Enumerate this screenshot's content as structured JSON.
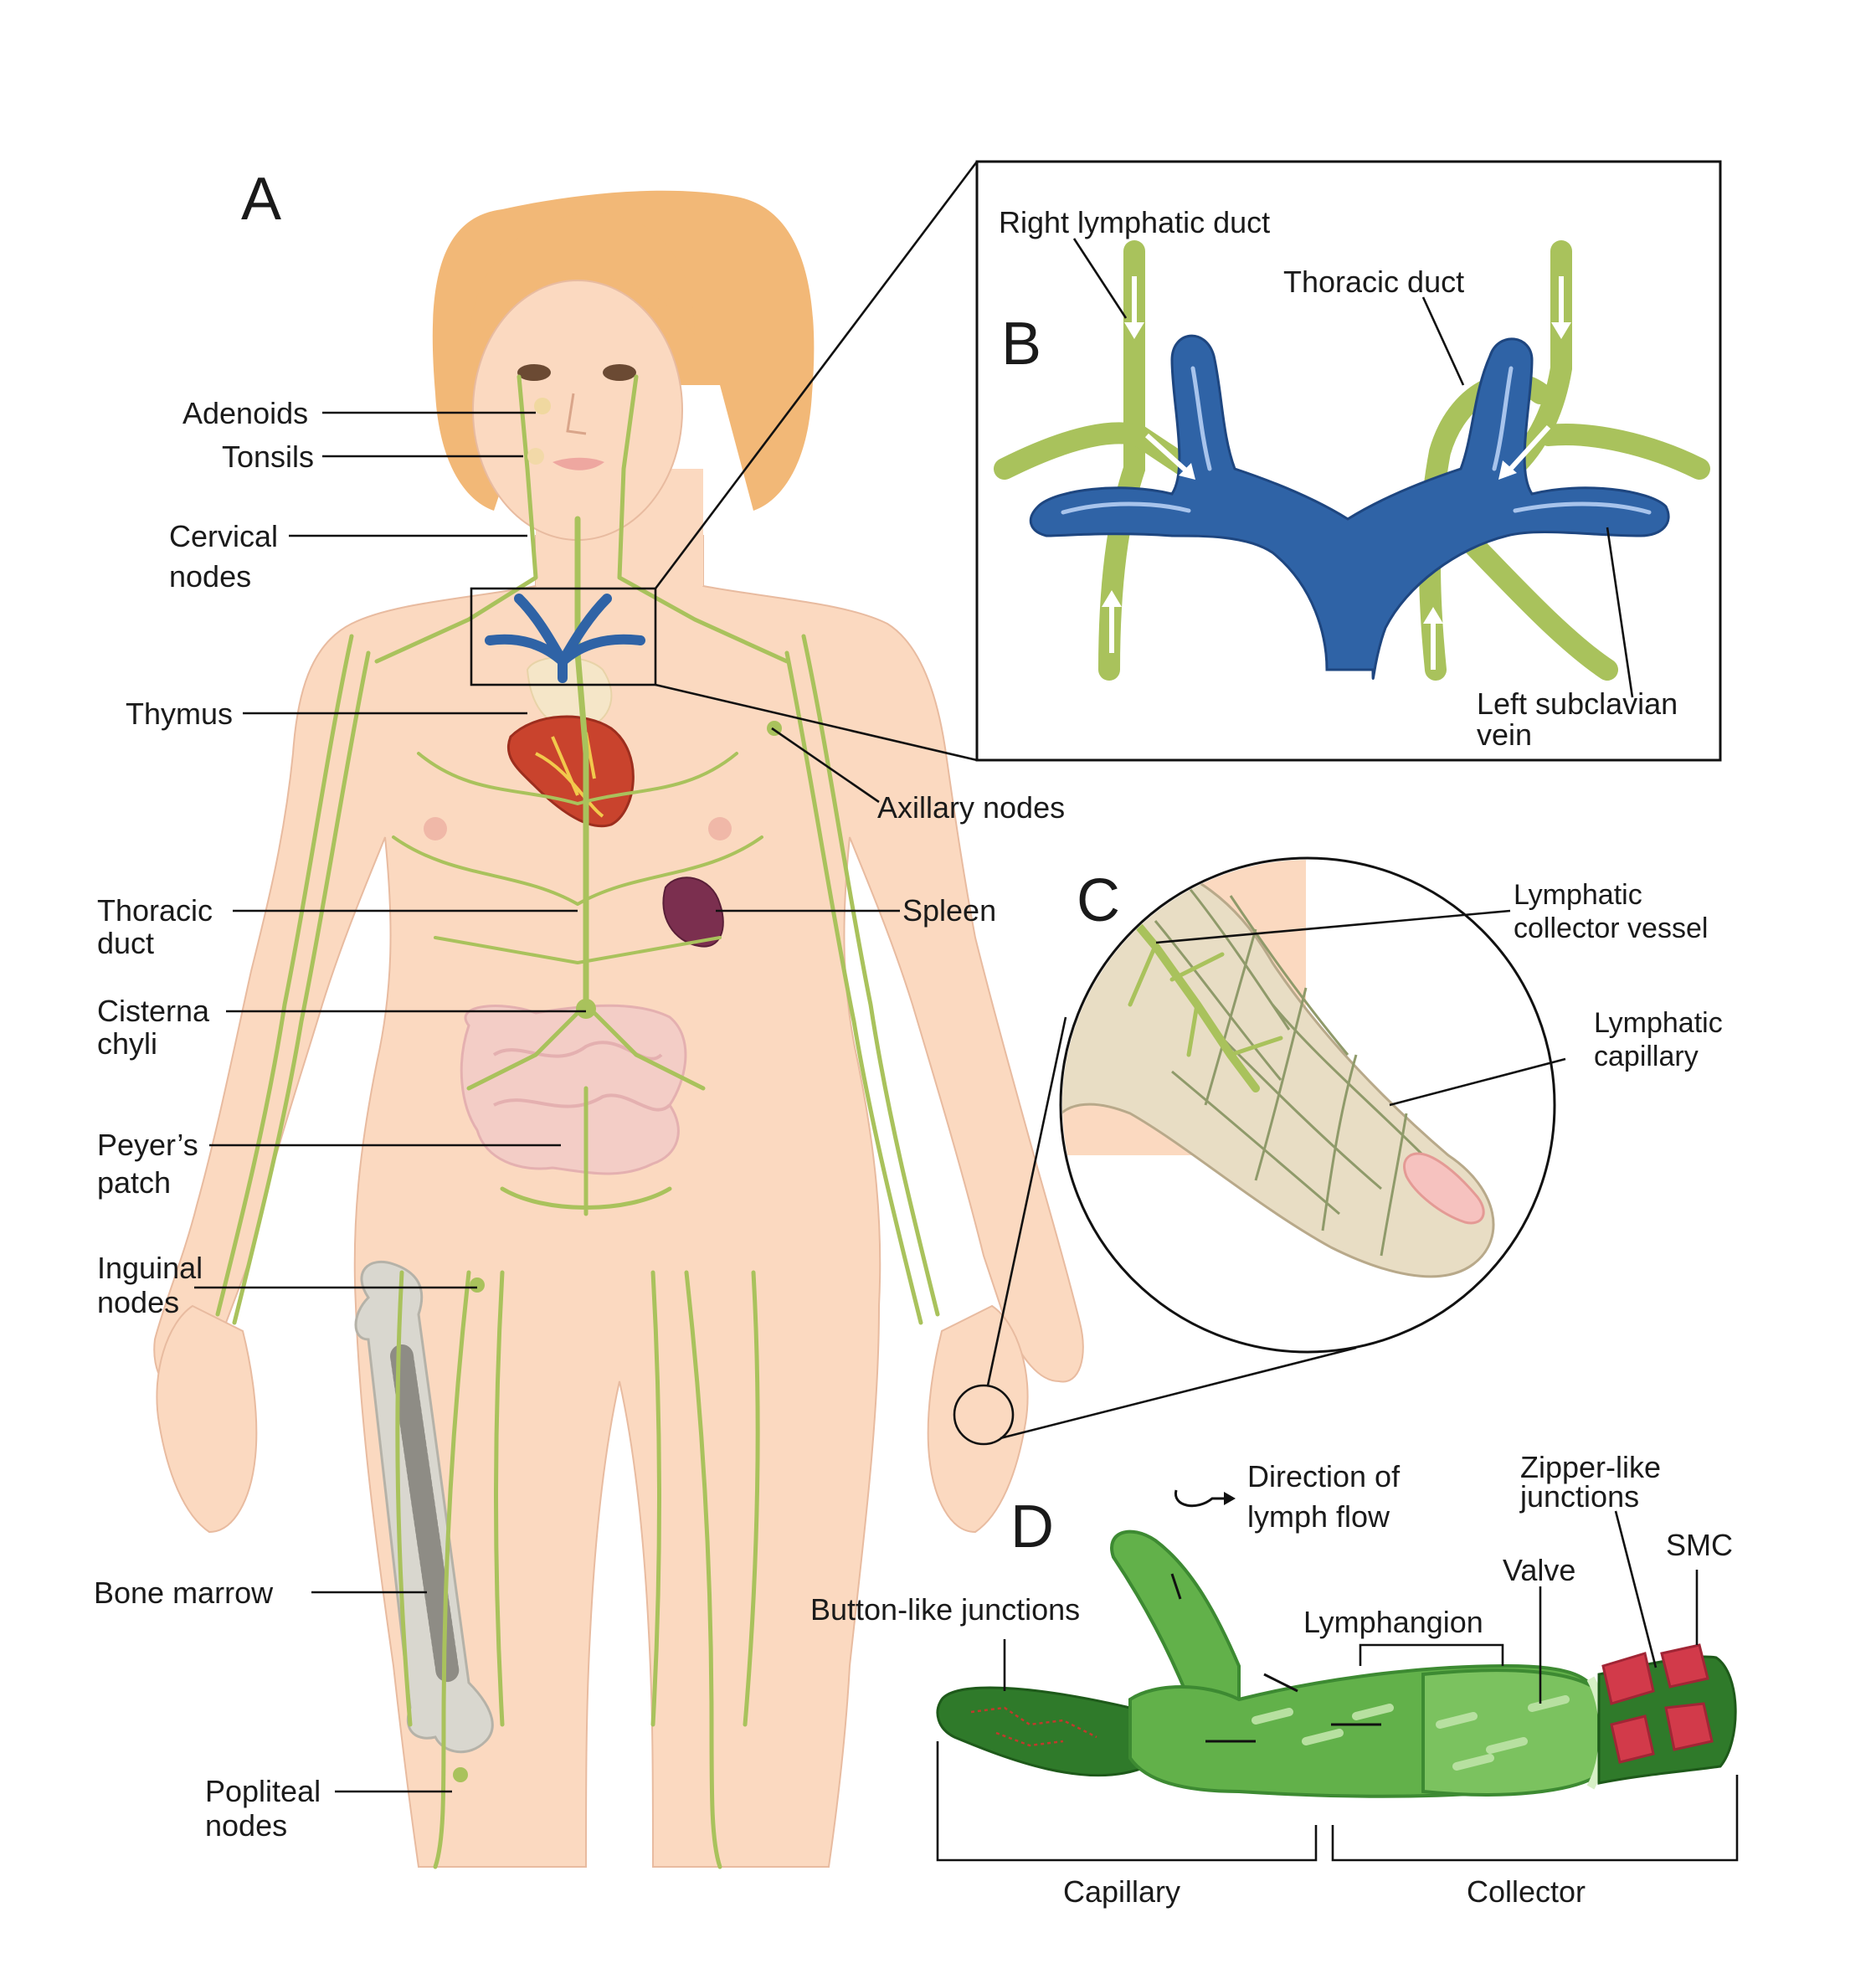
{
  "panels": {
    "a": {
      "letter": "A",
      "labels": {
        "adenoids": "Adenoids",
        "tonsils": "Tonsils",
        "cervical_nodes": [
          "Cervical",
          "nodes"
        ],
        "thymus": "Thymus",
        "axillary_nodes": "Axillary nodes",
        "thoracic_duct": [
          "Thoracic",
          "duct"
        ],
        "spleen": "Spleen",
        "cisterna_chyli": [
          "Cisterna",
          "chyli"
        ],
        "peyers_patch": [
          "Peyer’s",
          "patch"
        ],
        "inguinal_nodes": [
          "Inguinal",
          "nodes"
        ],
        "bone_marrow": "Bone marrow",
        "popliteal_nodes": [
          "Popliteal",
          "nodes"
        ]
      }
    },
    "b": {
      "letter": "B",
      "labels": {
        "right_lymphatic_duct": "Right lymphatic duct",
        "thoracic_duct": "Thoracic duct",
        "left_subclavian_vein": [
          "Left subclavian",
          "vein"
        ]
      }
    },
    "c": {
      "letter": "C",
      "labels": {
        "lymphatic_collector_vessel": [
          "Lymphatic",
          "collector vessel"
        ],
        "lymphatic_capillary": [
          "Lymphatic",
          "capillary"
        ]
      }
    },
    "d": {
      "letter": "D",
      "labels": {
        "direction_of_lymph_flow": [
          "Direction of",
          "lymph flow"
        ],
        "zipper_like_junctions": [
          "Zipper-like",
          "junctions"
        ],
        "smc": "SMC",
        "valve": "Valve",
        "button_like_junctions": "Button-like junctions",
        "lymphangion": "Lymphangion",
        "capillary": "Capillary",
        "collector": "Collector"
      }
    }
  },
  "colors": {
    "lymph_vessel": "#a9c25c",
    "skin": "#fbd9c0",
    "hair": "#f2b877",
    "vein": "#2f63a6",
    "heart": "#c9432d",
    "spleen": "#7b2f4f",
    "intestine": "#f0c8c8",
    "bone": "#d9d7cf",
    "collector_green": "#3c8a32",
    "capillary_green": "#2f7a2a",
    "smc_red": "#d23a4a",
    "box_stroke": "#111111"
  }
}
